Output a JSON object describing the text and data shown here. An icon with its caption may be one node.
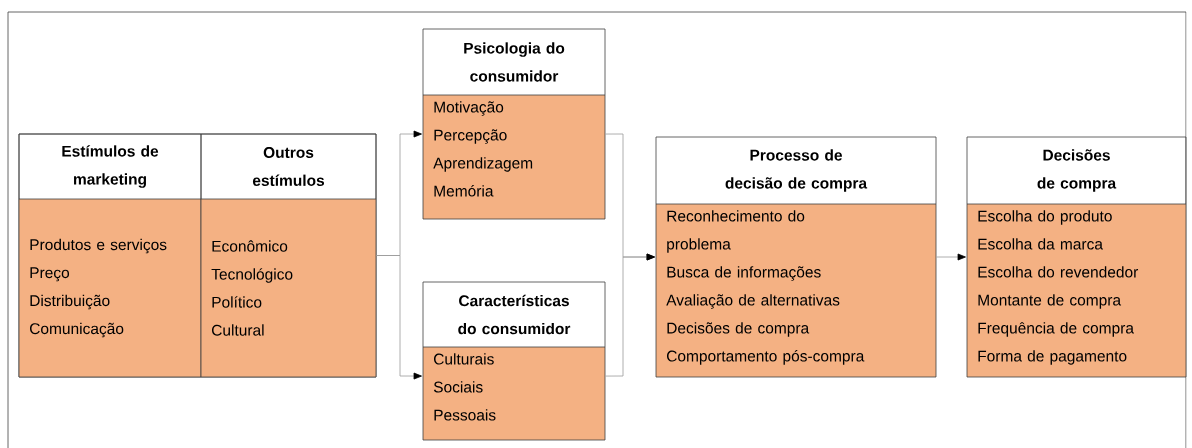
{
  "diagram": {
    "nodes": [
      {
        "text": [],
        "shape": "box"
      },
      {
        "text": [
          "Estímulos de marketing",
          "Produtos e serviços",
          "Preço",
          "Distribuição",
          "Comunicação"
        ],
        "in": 0
      },
      {
        "text": [
          "Outros estímulos",
          "Econômico",
          "Tecnológico",
          "Político",
          "Cultural"
        ],
        "in": 0
      },
      {
        "text": [
          "Psicologia do consumidor",
          "Motivação",
          "Percepção",
          "Aprendizagem",
          "Memória"
        ]
      },
      {
        "text": [
          "Características do consumidor",
          "Culturais",
          "Sociais",
          "Pessoais"
        ]
      },
      {
        "text": [
          "Processo de decisão de compra",
          "Reconhecimento do problema",
          "Busca de informações",
          "Avaliação de alternativas",
          "Decisões de compra",
          "Comportamento pós-compra"
        ]
      },
      {
        "text": [
          "Decisões de compra",
          "Escolha do produto",
          "Escolha da marca",
          "Escolha do revendedor",
          "Montante de compra",
          "Frequência de compra",
          "Forma de pagamento"
        ]
      }
    ],
    "edges": [
      {
        "from": 0,
        "to": 3,
        "arrow": "to"
      },
      {
        "from": 0,
        "to": 4,
        "arrow": "to"
      },
      {
        "from": 3,
        "to": 5,
        "arrow": "to"
      },
      {
        "from": 4,
        "to": 5,
        "arrow": "to"
      },
      {
        "from": 5,
        "to": 6,
        "arrow": "to"
      }
    ]
  }
}
